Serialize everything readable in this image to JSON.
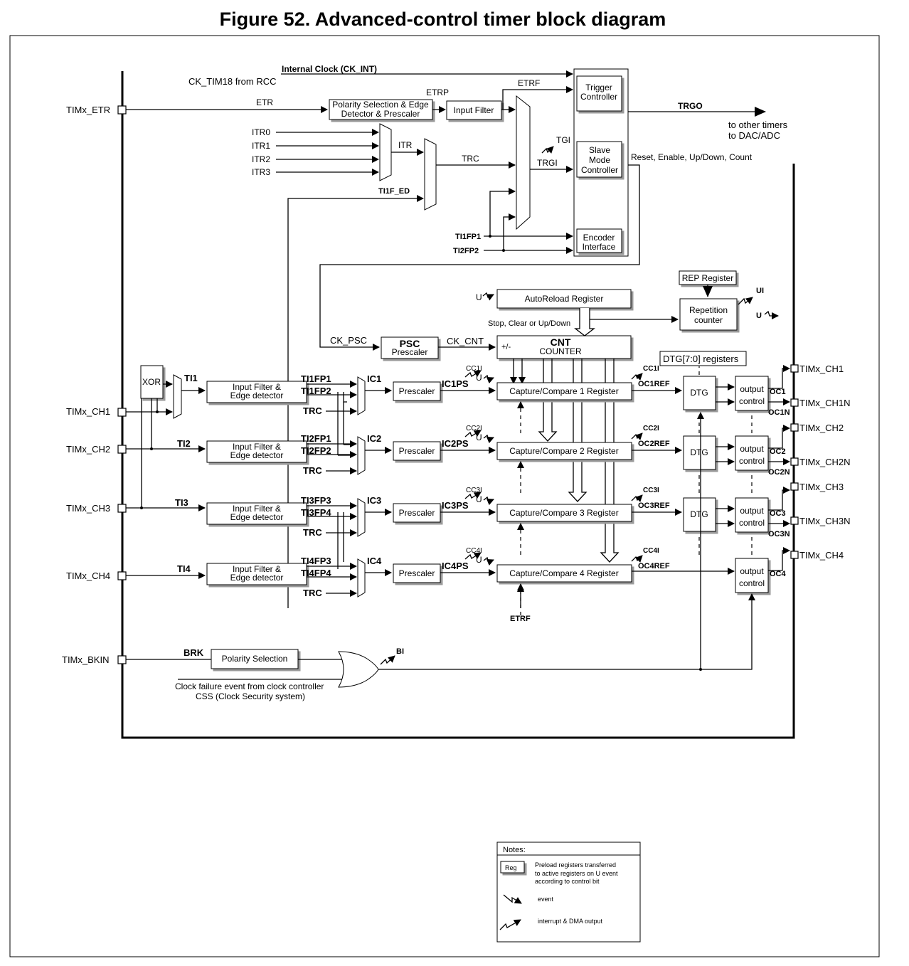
{
  "title": "Figure 52. Advanced-control timer block diagram",
  "labels": {
    "ck_int": "Internal Clock (CK_INT)",
    "ck_tim18": "CK_TIM18 from RCC",
    "etr": "ETR",
    "etrp": "ETRP",
    "etrf": "ETRF",
    "itr0": "ITR0",
    "itr1": "ITR1",
    "itr2": "ITR2",
    "itr3": "ITR3",
    "itr": "ITR",
    "trc": "TRC",
    "ti1f_ed": "TI1F_ED",
    "tgi": "TGI",
    "trgi": "TRGI",
    "ti1fp1_top": "TI1FP1",
    "ti2fp2_top": "TI2FP2",
    "trgo": "TRGO",
    "to_other": "to other timers",
    "to_dac": "to DAC/ADC",
    "reset": "Reset, Enable, Up/Down, Count",
    "u_auto": "U",
    "stop_clear": "Stop, Clear or Up/Down",
    "ui": "UI",
    "u_rep": "U",
    "ck_psc": "CK_PSC",
    "ck_cnt": "CK_CNT",
    "plusminus": "+/-",
    "ti1": "TI1",
    "ti2": "TI2",
    "ti3": "TI3",
    "ti4": "TI4",
    "brk": "BRK",
    "bi": "BI",
    "clock_failure": "Clock failure event from clock controller",
    "css": "CSS (Clock Security system)",
    "etrf_bottom": "ETRF"
  },
  "boxes": {
    "polarity_edge": [
      "Polarity Selection & Edge",
      "Detector & Prescaler"
    ],
    "input_filter": "Input Filter",
    "trigger_ctrl": [
      "Trigger",
      "Controller"
    ],
    "slave_mode": [
      "Slave",
      "Mode",
      "Controller"
    ],
    "encoder": [
      "Encoder",
      "Interface"
    ],
    "autoreload": "AutoReload Register",
    "rep_register": "REP Register",
    "repetition": [
      "Repetition",
      "counter"
    ],
    "psc": "PSC",
    "psc_sub": "Prescaler",
    "cnt": "CNT",
    "cnt_sub": "COUNTER",
    "dtg_registers": "DTG[7:0] registers",
    "xor": "XOR",
    "polarity_sel": "Polarity Selection"
  },
  "pins": {
    "etr": "TIMx_ETR",
    "ch1": "TIMx_CH1",
    "ch2": "TIMx_CH2",
    "ch3": "TIMx_CH3",
    "ch4": "TIMx_CH4",
    "bkin": "TIMx_BKIN",
    "out_ch1": "TIMx_CH1",
    "out_ch1n": "TIMx_CH1N",
    "out_ch2": "TIMx_CH2",
    "out_ch2n": "TIMx_CH2N",
    "out_ch3": "TIMx_CH3",
    "out_ch3n": "TIMx_CH3N",
    "out_ch4": "TIMx_CH4"
  },
  "channels": [
    {
      "fp_a": "TI1FP1",
      "fp_b": "TI1FP2",
      "trc": "TRC",
      "ic": "IC1",
      "ps": "IC1PS",
      "cc_in": "CC1I",
      "u": "U",
      "reg": "Capture/Compare 1 Register",
      "cc_out": "CC1I",
      "ref": "OC1REF",
      "oc": "OC1",
      "ocn": "OC1N",
      "filter": [
        "Input Filter &",
        "Edge detector"
      ],
      "prescaler": "Prescaler",
      "dtg": "DTG",
      "output": [
        "output",
        "control"
      ]
    },
    {
      "fp_a": "TI2FP1",
      "fp_b": "TI2FP2",
      "trc": "TRC",
      "ic": "IC2",
      "ps": "IC2PS",
      "cc_in": "CC2I",
      "u": "U",
      "reg": "Capture/Compare 2 Register",
      "cc_out": "CC2I",
      "ref": "OC2REF",
      "oc": "OC2",
      "ocn": "OC2N",
      "filter": [
        "Input Filter &",
        "Edge detector"
      ],
      "prescaler": "Prescaler",
      "dtg": "DTG",
      "output": [
        "output",
        "control"
      ]
    },
    {
      "fp_a": "TI3FP3",
      "fp_b": "TI3FP4",
      "trc": "TRC",
      "ic": "IC3",
      "ps": "IC3PS",
      "cc_in": "CC3I",
      "u": "U",
      "reg": "Capture/Compare 3 Register",
      "cc_out": "CC3I",
      "ref": "OC3REF",
      "oc": "OC3",
      "ocn": "OC3N",
      "filter": [
        "Input Filter &",
        "Edge detector"
      ],
      "prescaler": "Prescaler",
      "dtg": "DTG",
      "output": [
        "output",
        "control"
      ]
    },
    {
      "fp_a": "TI4FP3",
      "fp_b": "TI4FP4",
      "trc": "TRC",
      "ic": "IC4",
      "ps": "IC4PS",
      "cc_in": "CC4I",
      "u": "U",
      "reg": "Capture/Compare 4 Register",
      "cc_out": "CC4I",
      "ref": "OC4REF",
      "oc": "OC4",
      "ocn": "",
      "filter": [
        "Input Filter &",
        "Edge detector"
      ],
      "prescaler": "Prescaler",
      "dtg": "",
      "output": [
        "output",
        "control"
      ]
    }
  ],
  "notes": {
    "title": "Notes:",
    "reg": "Reg",
    "preload": [
      "Preload registers transferred",
      "to active registers on U event",
      "according to control bit"
    ],
    "event": "event",
    "interrupt": "interrupt & DMA output"
  }
}
